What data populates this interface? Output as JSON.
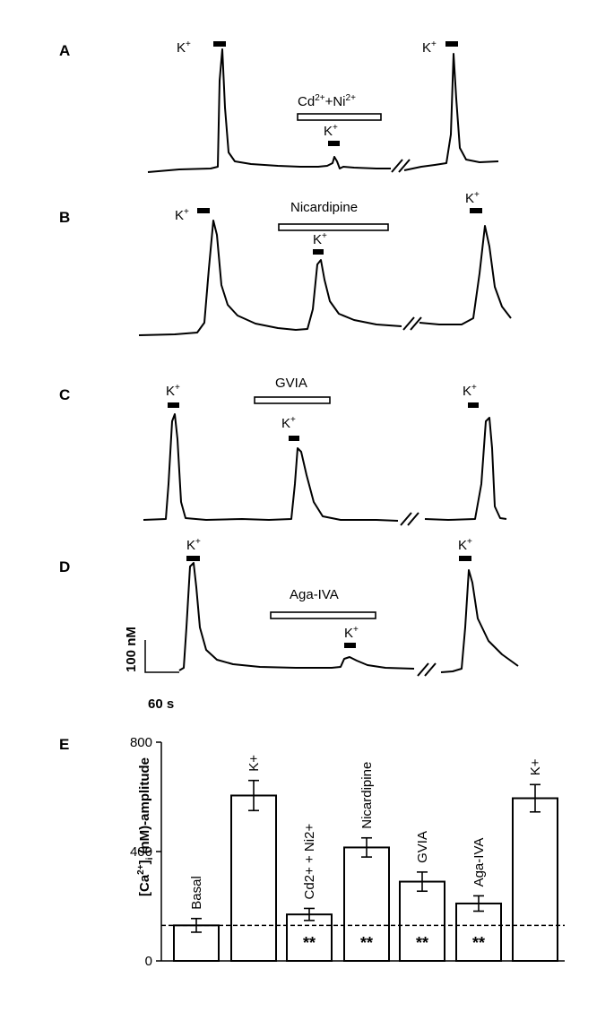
{
  "panels": [
    {
      "letter": "A",
      "k_label": "K+",
      "drug": "Cd2+ + Ni2+"
    },
    {
      "letter": "B",
      "k_label": "K+",
      "drug": "Nicardipine"
    },
    {
      "letter": "C",
      "k_label": "K+",
      "drug": "GVIA"
    },
    {
      "letter": "D",
      "k_label": "K+",
      "drug": "Aga-IVA"
    }
  ],
  "scale_bar": {
    "y_label": "100 nM",
    "x_label": "60 s"
  },
  "chart_data": {
    "type": "bar",
    "panel_letter": "E",
    "ylabel": "[Ca2+]i (nM)-amplitude",
    "ylim": [
      0,
      800
    ],
    "yticks": [
      0,
      400,
      800
    ],
    "categories": [
      "Basal",
      "K+",
      "Cd2+ + Ni2+",
      "Nicardipine",
      "GVIA",
      "Aga-IVA",
      "K+"
    ],
    "values": [
      130,
      605,
      170,
      415,
      290,
      210,
      595
    ],
    "errors": [
      25,
      55,
      22,
      35,
      35,
      28,
      50
    ],
    "significance": [
      "",
      "",
      "**",
      "**",
      "**",
      "**",
      ""
    ],
    "baseline_dashed": 130,
    "grid": false
  }
}
